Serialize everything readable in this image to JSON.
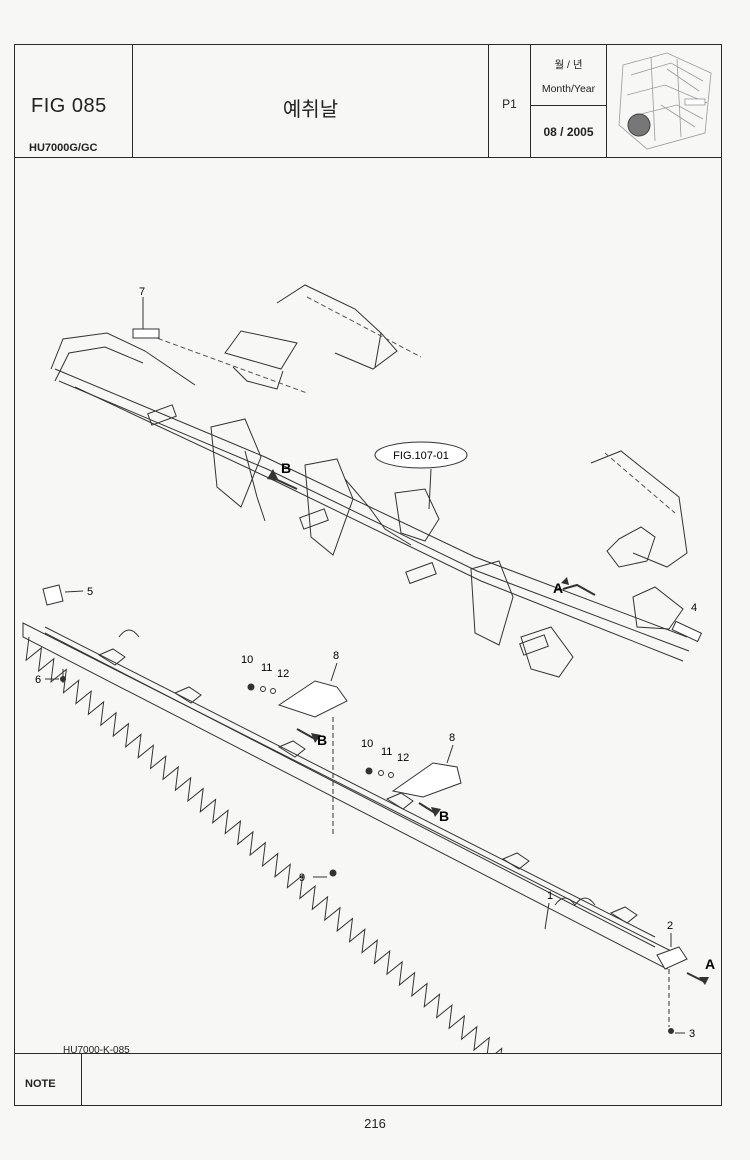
{
  "header": {
    "fig_number": "FIG 085",
    "model": "HU7000G/GC",
    "title": "예취날",
    "page": "P1",
    "month_year_korean": "월 / 년",
    "month_year_english": "Month/Year",
    "date": "08 / 2005"
  },
  "drawing": {
    "figure_code": "HU7000-K-085",
    "reference_label": "FIG.107-01",
    "callouts": [
      "1",
      "2",
      "3",
      "4",
      "5",
      "6",
      "7",
      "8",
      "8",
      "9",
      "10",
      "10",
      "11",
      "11",
      "12",
      "12"
    ],
    "view_markers": {
      "a": "A",
      "b": "B"
    }
  },
  "note": {
    "label": "NOTE",
    "text": ""
  },
  "page_number": "216"
}
